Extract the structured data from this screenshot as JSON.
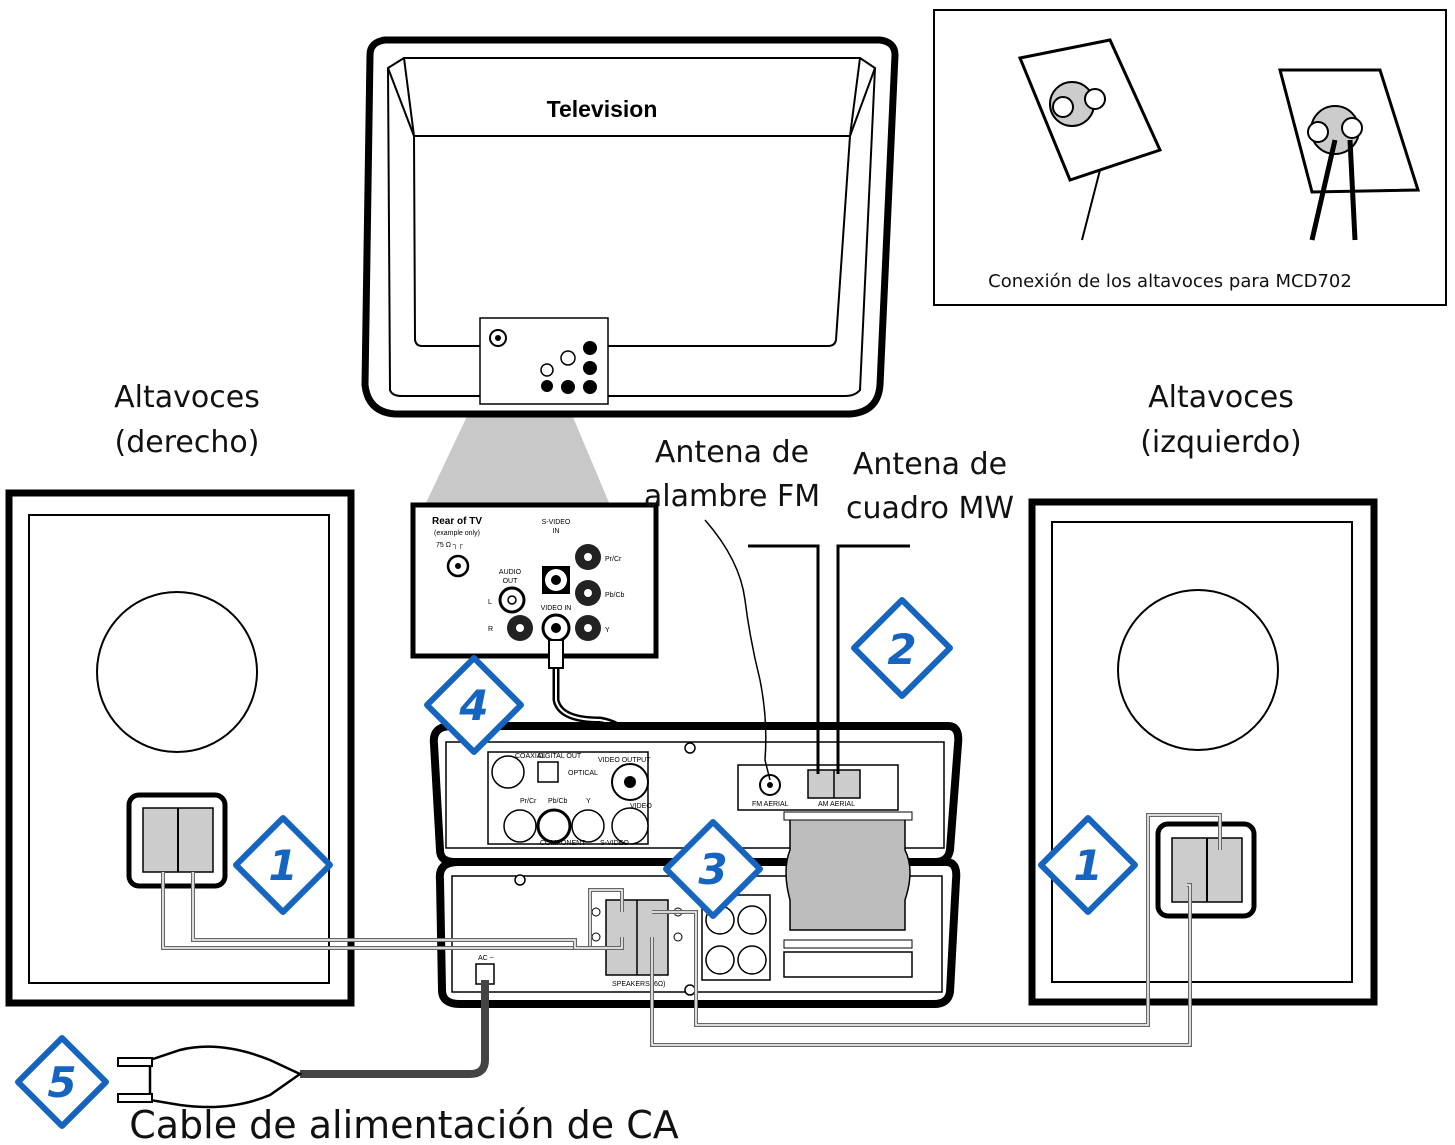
{
  "tv": {
    "title": "Television",
    "inset_rear_label": "Rear of TV",
    "inset_example": "(example only)",
    "inset_ant": "75 Ω ┐┌",
    "inset_svideo": "S-VIDEO",
    "inset_in": "IN",
    "inset_audio": "AUDIO",
    "inset_out": "OUT",
    "inset_L": "L",
    "inset_R": "R",
    "inset_video_in": "VIDEO IN",
    "inset_prcr": "Pr/Cr",
    "inset_pbcb": "Pb/Cb",
    "inset_y": "Y"
  },
  "labels": {
    "speaker_right_line1": "Altavoces",
    "speaker_right_line2": "(derecho)",
    "speaker_left_line1": "Altavoces",
    "speaker_left_line2": "(izquierdo)",
    "fm_line1": "Antena de",
    "fm_line2": "alambre FM",
    "mw_line1": "Antena de",
    "mw_line2": "cuadro MW",
    "power_cable": "Cable de alimentación de CA",
    "inset_caption": "Conexión de los altavoces para MCD702"
  },
  "unit": {
    "coaxial": "COAXIAL",
    "digital_out": "DIGITAL OUT",
    "optical": "OPTICAL",
    "video_output": "VIDEO OUTPUT",
    "video": "VIDEO",
    "component": "COMPONENT",
    "svideo": "S-VIDEO",
    "fm_aerial": "FM AERIAL",
    "am_aerial": "AM AERIAL",
    "speakers": "SPEAKERS (6Ω)",
    "ac": "AC ~",
    "pr": "Pr/Cr",
    "pb": "Pb/Cb",
    "y": "Y"
  },
  "steps": {
    "s1a": "1",
    "s1b": "1",
    "s2": "2",
    "s3": "3",
    "s4": "4",
    "s5": "5"
  },
  "colors": {
    "step_accent": "#1565c0",
    "tv_gray": "#c8c8c8",
    "wire_gray": "#666666"
  }
}
